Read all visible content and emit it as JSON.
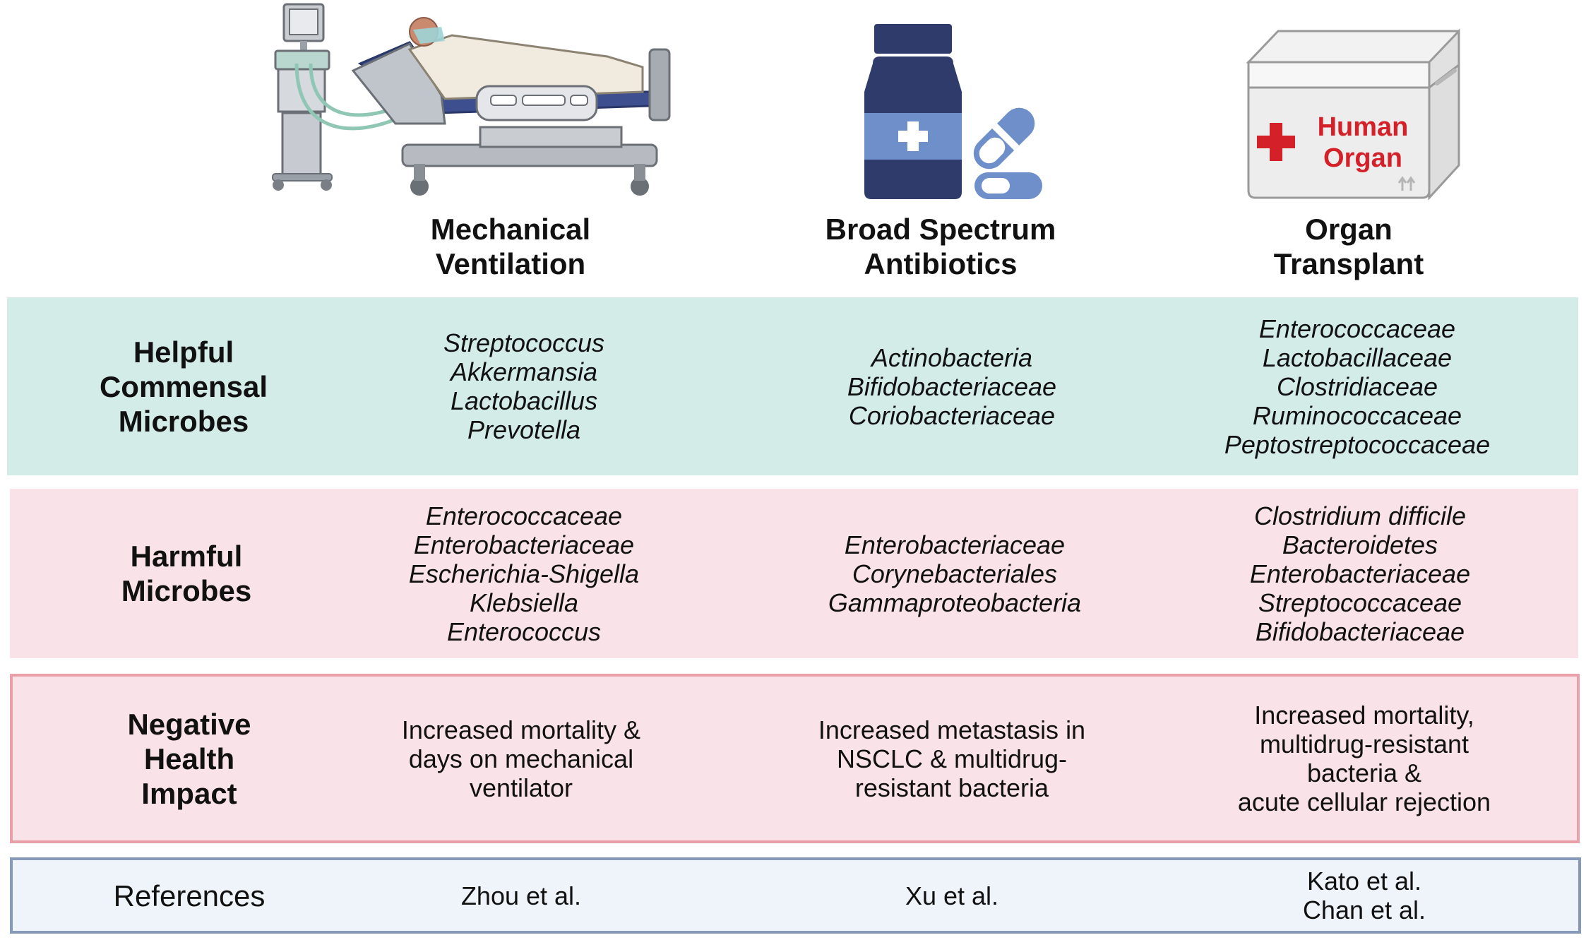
{
  "colors": {
    "helpful_bg": "#d3ece8",
    "harmful_bg": "#fae3e8",
    "impact_bg": "#fae3e8",
    "impact_border": "#e9a0a8",
    "refs_bg": "#eef4fa",
    "refs_border": "#8799b8",
    "navy": "#2f3b6b",
    "pill_blue": "#6f8fcb",
    "organ_red": "#d42129"
  },
  "icons": {
    "ventilation": "ventilator-hospital-bed-icon",
    "antibiotics": "medicine-bottle-pills-icon",
    "organ": "organ-transport-cooler-icon"
  },
  "organ_box_label": {
    "line1": "Human",
    "line2": "Organ"
  },
  "columns": [
    {
      "title": "Mechanical\nVentilation"
    },
    {
      "title": "Broad Spectrum\nAntibiotics"
    },
    {
      "title": "Organ\nTransplant"
    }
  ],
  "rows": {
    "helpful": {
      "label": "Helpful\nCommensal\nMicrobes",
      "cells": [
        [
          "Streptococcus",
          "Akkermansia",
          "Lactobacillus",
          "Prevotella"
        ],
        [
          "Actinobacteria",
          "Bifidobacteriaceae",
          "Coriobacteriaceae"
        ],
        [
          "Enterococcaceae",
          "Lactobacillaceae",
          "Clostridiaceae",
          "Ruminococcaceae",
          "Peptostreptococcaceae"
        ]
      ]
    },
    "harmful": {
      "label": "Harmful\nMicrobes",
      "cells": [
        [
          "Enterococcaceae",
          "Enterobacteriaceae",
          "Escherichia-Shigella",
          "Klebsiella",
          "Enterococcus"
        ],
        [
          "Enterobacteriaceae",
          "Corynebacteriales",
          "Gammaproteobacteria"
        ],
        [
          "Clostridium difficile",
          "Bacteroidetes",
          "Enterobacteriaceae",
          "Streptococcaceae",
          "Bifidobacteriaceae"
        ]
      ]
    },
    "impact": {
      "label": "Negative\nHealth\nImpact",
      "cells": [
        "Increased mortality &\ndays on mechanical\nventilator",
        "Increased metastasis in\nNSCLC & multidrug-\nresistant bacteria",
        "Increased mortality,\nmultidrug-resistant\nbacteria &\nacute cellular rejection"
      ]
    },
    "references": {
      "label": "References",
      "cells": [
        "Zhou et al.",
        "Xu et al.",
        "Kato et al.\nChan et al."
      ]
    }
  }
}
